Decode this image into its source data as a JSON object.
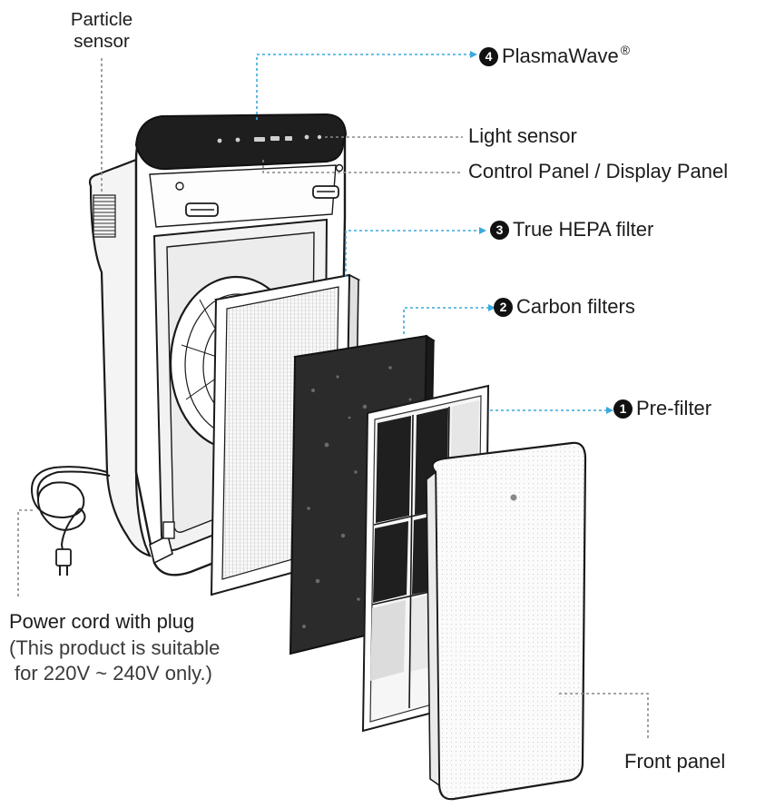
{
  "labels": {
    "particle_sensor": [
      "Particle",
      "sensor"
    ],
    "plasmawave": {
      "number": "4",
      "text": "PlasmaWave",
      "mark": "®"
    },
    "light_sensor": "Light sensor",
    "control_panel": "Control Panel / Display Panel",
    "hepa": {
      "number": "3",
      "text": "True HEPA filter"
    },
    "carbon": {
      "number": "2",
      "text": "Carbon filters"
    },
    "prefilter": {
      "number": "1",
      "text": "Pre-filter"
    },
    "power_cord": [
      "Power cord with plug",
      "(This product is suitable",
      "for 220V ~ 240V only.)"
    ],
    "front_panel": "Front panel"
  },
  "colors": {
    "leader_line": "#3ba9dc",
    "leader_dots": "#888888",
    "outline": "#1a1a1a",
    "carbon_fill": "#2b2b2b",
    "panel_top": "#1e1e1e"
  }
}
